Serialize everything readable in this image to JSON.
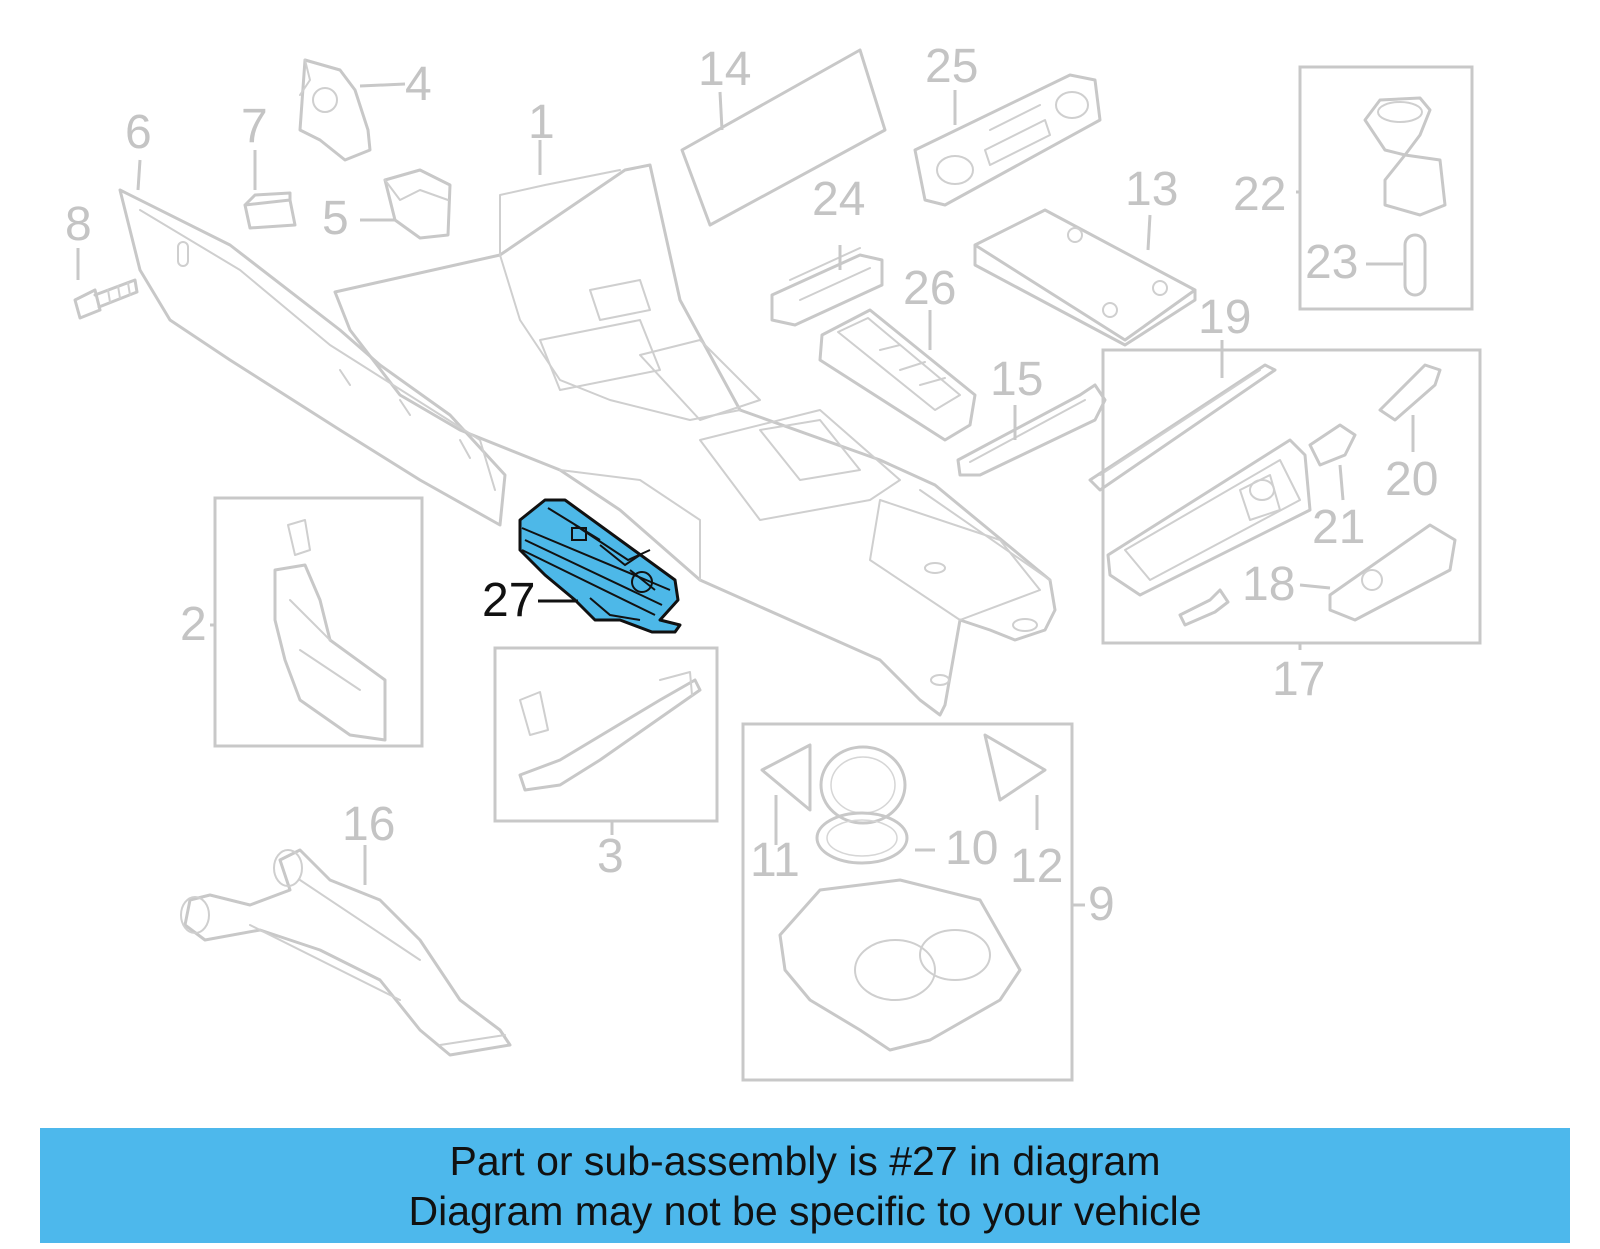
{
  "callouts": [
    {
      "id": "1",
      "label": "1"
    },
    {
      "id": "2",
      "label": "2"
    },
    {
      "id": "3",
      "label": "3"
    },
    {
      "id": "4",
      "label": "4"
    },
    {
      "id": "5",
      "label": "5"
    },
    {
      "id": "6",
      "label": "6"
    },
    {
      "id": "7",
      "label": "7"
    },
    {
      "id": "8",
      "label": "8"
    },
    {
      "id": "9",
      "label": "9"
    },
    {
      "id": "10",
      "label": "10"
    },
    {
      "id": "11",
      "label": "11"
    },
    {
      "id": "12",
      "label": "12"
    },
    {
      "id": "13",
      "label": "13"
    },
    {
      "id": "14",
      "label": "14"
    },
    {
      "id": "15",
      "label": "15"
    },
    {
      "id": "16",
      "label": "16"
    },
    {
      "id": "17",
      "label": "17"
    },
    {
      "id": "18",
      "label": "18"
    },
    {
      "id": "19",
      "label": "19"
    },
    {
      "id": "20",
      "label": "20"
    },
    {
      "id": "21",
      "label": "21"
    },
    {
      "id": "22",
      "label": "22"
    },
    {
      "id": "23",
      "label": "23"
    },
    {
      "id": "24",
      "label": "24"
    },
    {
      "id": "25",
      "label": "25"
    },
    {
      "id": "26",
      "label": "26"
    },
    {
      "id": "27",
      "label": "27"
    }
  ],
  "highlighted_part": "27",
  "colors": {
    "highlight": "#4db8e8",
    "banner": "#4db8ec",
    "inactive_line": "#c8c8c8",
    "active_line": "#111111"
  },
  "banner": {
    "line1": "Part or sub-assembly is #27 in diagram",
    "line2": "Diagram may not be specific to your vehicle"
  }
}
